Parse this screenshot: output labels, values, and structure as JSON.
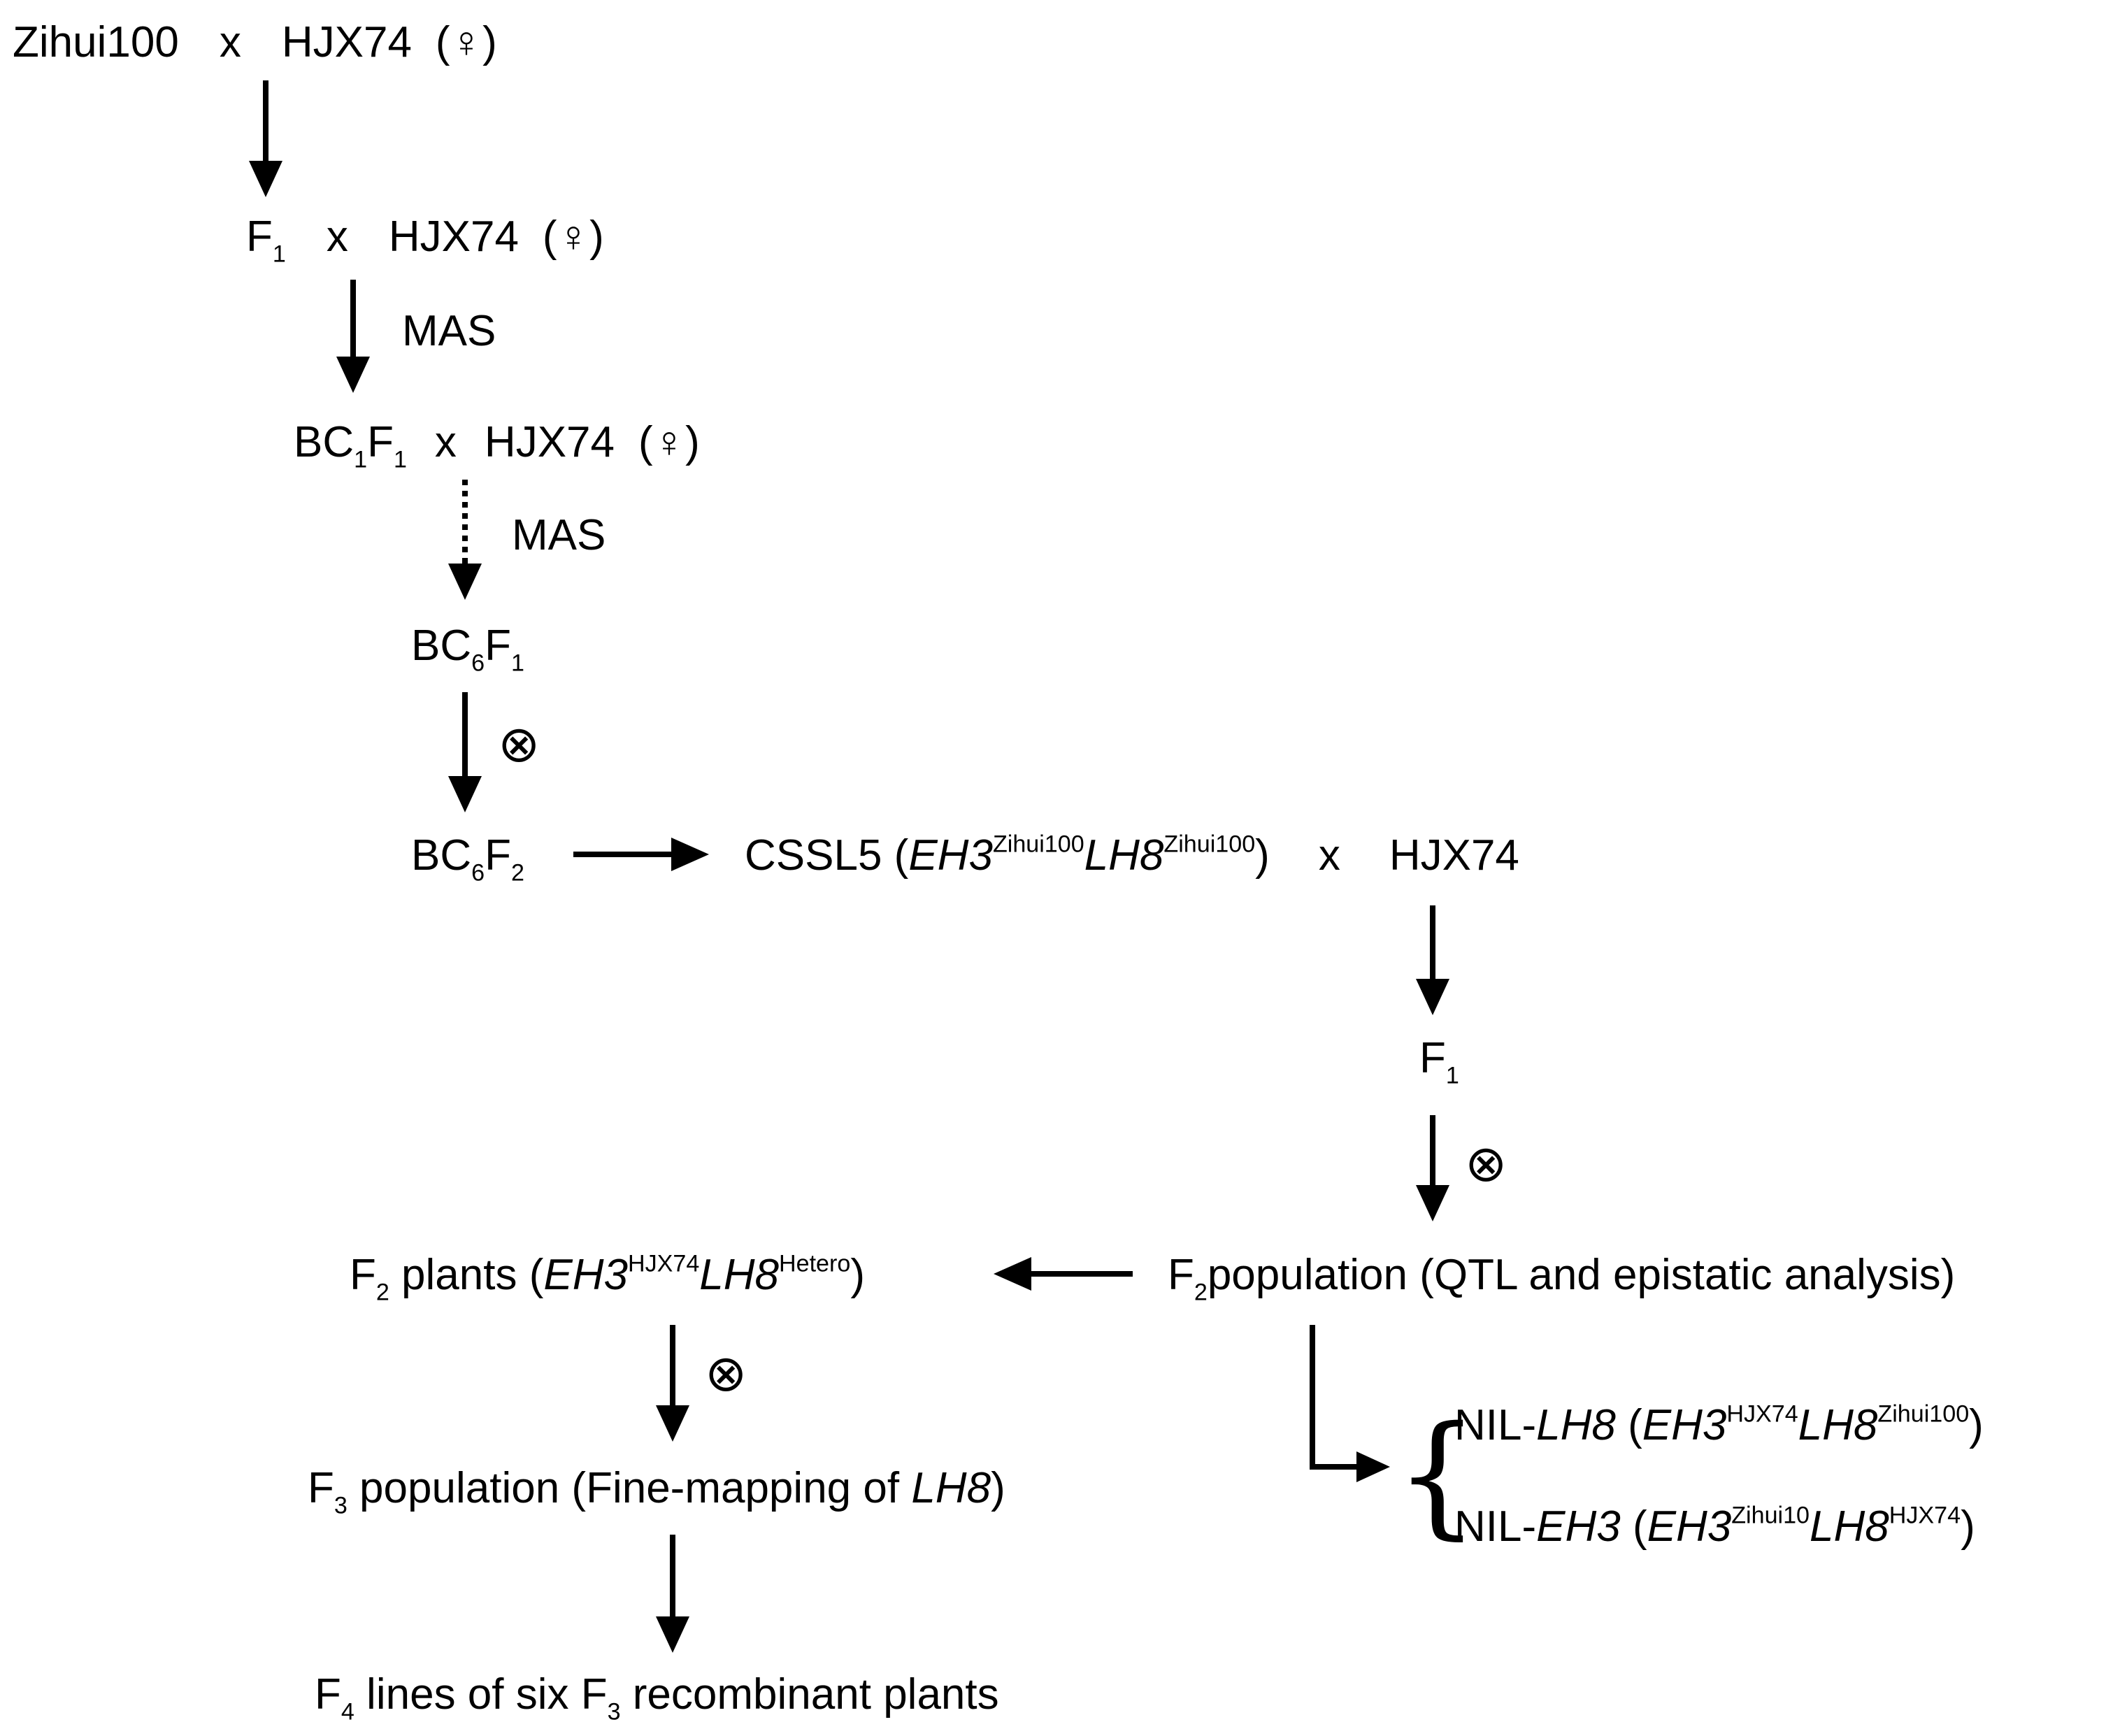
{
  "labels": {
    "cross1": {
      "a": "Zihui100",
      "x": "x",
      "b": "HJX74",
      "fem": "(♀)"
    },
    "cross2": {
      "a": "F",
      "a_sub": "1",
      "x": "x",
      "b": "HJX74",
      "fem": "(♀)"
    },
    "cross3": {
      "a": "BC",
      "a_sub1": "1",
      "a2": "F",
      "a_sub2": "1",
      "x": "x",
      "b": "HJX74",
      "fem": "(♀)"
    },
    "bc6f1": {
      "a": "BC",
      "s1": "6",
      "b": "F",
      "s2": "1"
    },
    "bc6f2": {
      "a": "BC",
      "s1": "6",
      "b": "F",
      "s2": "2"
    },
    "cssl5": {
      "pre": "CSSL5 (",
      "g1": "EH3",
      "sup1": "Zihui100",
      "g2": "LH8",
      "sup2": "Zihui100",
      "post": ")",
      "x": "x",
      "b": "HJX74"
    },
    "f1_right": {
      "a": "F",
      "s": "1"
    },
    "f2_population": {
      "a": "F",
      "s": "2",
      "text": "population (QTL and epistatic analysis)"
    },
    "f2_plants": {
      "a": "F",
      "s": "2",
      "pre": " plants (",
      "g1": "EH3",
      "sup1": "HJX74",
      "g2": "LH8",
      "sup2": "Hetero",
      "post": ")"
    },
    "f3_population": {
      "a": "F",
      "s": "3",
      "pre": " population (Fine-mapping of ",
      "g": "LH8",
      "post": ")"
    },
    "f4_lines": {
      "a": "F",
      "s": "4",
      "mid": " lines of six F",
      "s2": "3",
      "post": " recombinant plants"
    },
    "nil_lh8": {
      "pre": "NIL-",
      "g": "LH8",
      "mid": " (",
      "g1": "EH3",
      "sup1": "HJX74",
      "g2": "LH8",
      "sup2": "Zihui100",
      "post": ")"
    },
    "nil_eh3": {
      "pre": "NIL-",
      "g": "EH3",
      "mid": " (",
      "g1": "EH3",
      "sup1": "Zihui10",
      "g2": "LH8",
      "sup2": "HJX74",
      "post": ")"
    },
    "mas1": "MAS",
    "mas2": "MAS",
    "self": "⊗",
    "brace": "{"
  }
}
